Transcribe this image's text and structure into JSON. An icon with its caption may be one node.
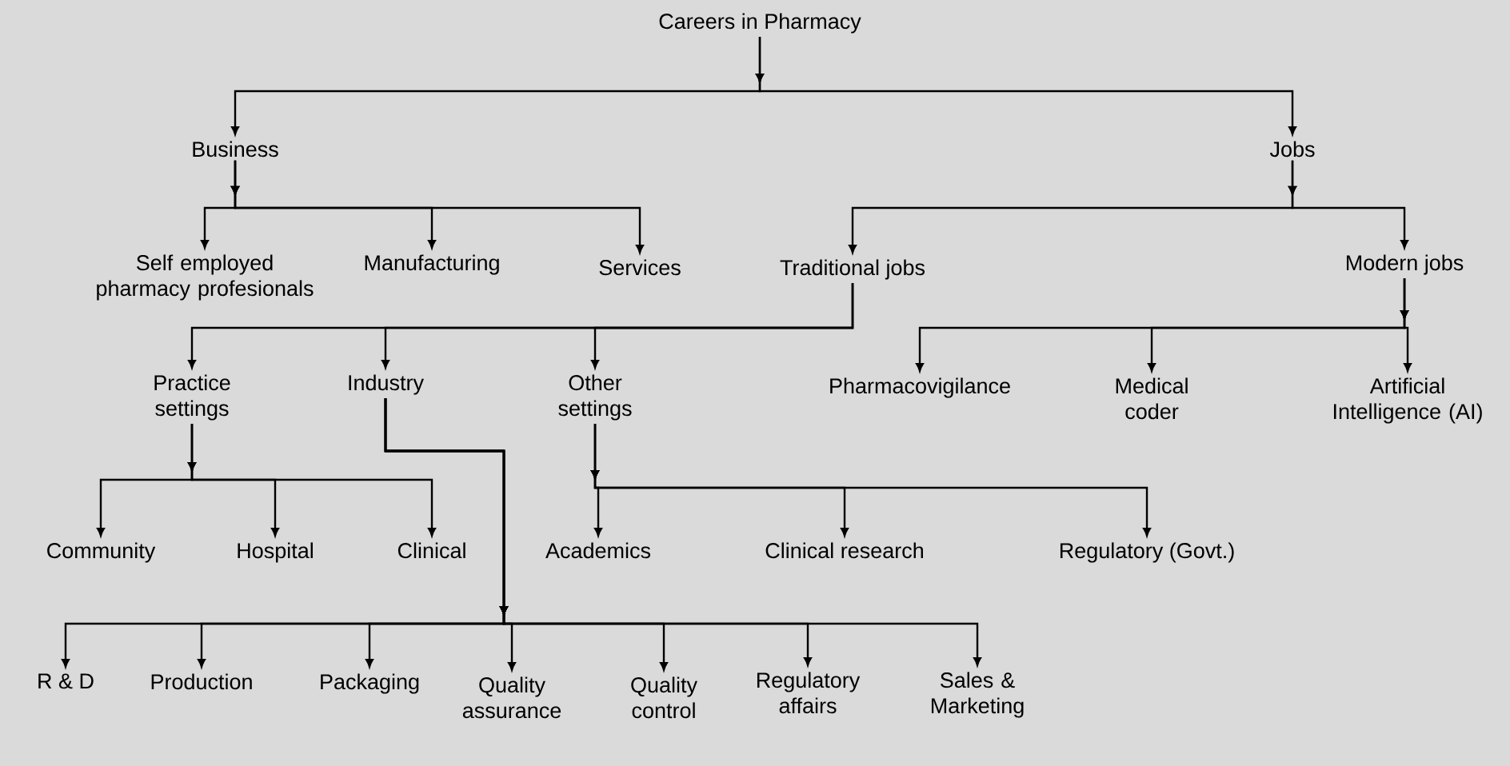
{
  "diagram": {
    "nodes": [
      {
        "text": [
          "Careers in Pharmacy"
        ]
      },
      {
        "text": [
          "Business"
        ]
      },
      {
        "text": [
          "Jobs"
        ]
      },
      {
        "text": [
          "Self employed pharmacy profesionals"
        ]
      },
      {
        "text": [
          "Manufacturing"
        ]
      },
      {
        "text": [
          "Services"
        ]
      },
      {
        "text": [
          "Traditional jobs"
        ]
      },
      {
        "text": [
          "Modern jobs"
        ]
      },
      {
        "text": [
          "Practice settings"
        ]
      },
      {
        "text": [
          "Industry"
        ]
      },
      {
        "text": [
          "Other settings"
        ]
      },
      {
        "text": [
          "Pharmacovigilance"
        ]
      },
      {
        "text": [
          "Medical coder"
        ]
      },
      {
        "text": [
          "Artificial Intelligence (AI)"
        ]
      },
      {
        "text": [
          "Community"
        ]
      },
      {
        "text": [
          "Hospital"
        ]
      },
      {
        "text": [
          "Clinical"
        ]
      },
      {
        "text": [
          "Academics"
        ]
      },
      {
        "text": [
          "Clinical research"
        ]
      },
      {
        "text": [
          "Regulatory (Govt.)"
        ]
      },
      {
        "text": [
          "R & D"
        ]
      },
      {
        "text": [
          "Production"
        ]
      },
      {
        "text": [
          "Packaging"
        ]
      },
      {
        "text": [
          "Quality assurance"
        ]
      },
      {
        "text": [
          "Quality control"
        ]
      },
      {
        "text": [
          "Regulatory affairs"
        ]
      },
      {
        "text": [
          "Sales & Marketing"
        ]
      }
    ],
    "edges": [
      {
        "from": 0,
        "to": 1,
        "arrow": "to"
      },
      {
        "from": 0,
        "to": 2,
        "arrow": "to"
      },
      {
        "from": 1,
        "to": 3,
        "arrow": "to"
      },
      {
        "from": 1,
        "to": 4,
        "arrow": "to"
      },
      {
        "from": 1,
        "to": 5,
        "arrow": "to"
      },
      {
        "from": 2,
        "to": 6,
        "arrow": "to"
      },
      {
        "from": 2,
        "to": 7,
        "arrow": "to"
      },
      {
        "from": 6,
        "to": 8,
        "arrow": "to"
      },
      {
        "from": 6,
        "to": 9,
        "arrow": "to"
      },
      {
        "from": 6,
        "to": 10,
        "arrow": "to"
      },
      {
        "from": 7,
        "to": 11,
        "arrow": "to"
      },
      {
        "from": 7,
        "to": 12,
        "arrow": "to"
      },
      {
        "from": 7,
        "to": 13,
        "arrow": "to"
      },
      {
        "from": 8,
        "to": 14,
        "arrow": "to"
      },
      {
        "from": 8,
        "to": 15,
        "arrow": "to"
      },
      {
        "from": 8,
        "to": 16,
        "arrow": "to"
      },
      {
        "from": 10,
        "to": 17,
        "arrow": "to"
      },
      {
        "from": 10,
        "to": 18,
        "arrow": "to"
      },
      {
        "from": 10,
        "to": 19,
        "arrow": "to"
      },
      {
        "from": 9,
        "to": 20,
        "arrow": "to"
      },
      {
        "from": 9,
        "to": 21,
        "arrow": "to"
      },
      {
        "from": 9,
        "to": 22,
        "arrow": "to"
      },
      {
        "from": 9,
        "to": 23,
        "arrow": "to"
      },
      {
        "from": 9,
        "to": 24,
        "arrow": "to"
      },
      {
        "from": 9,
        "to": 25,
        "arrow": "to"
      },
      {
        "from": 9,
        "to": 26,
        "arrow": "to"
      }
    ]
  }
}
